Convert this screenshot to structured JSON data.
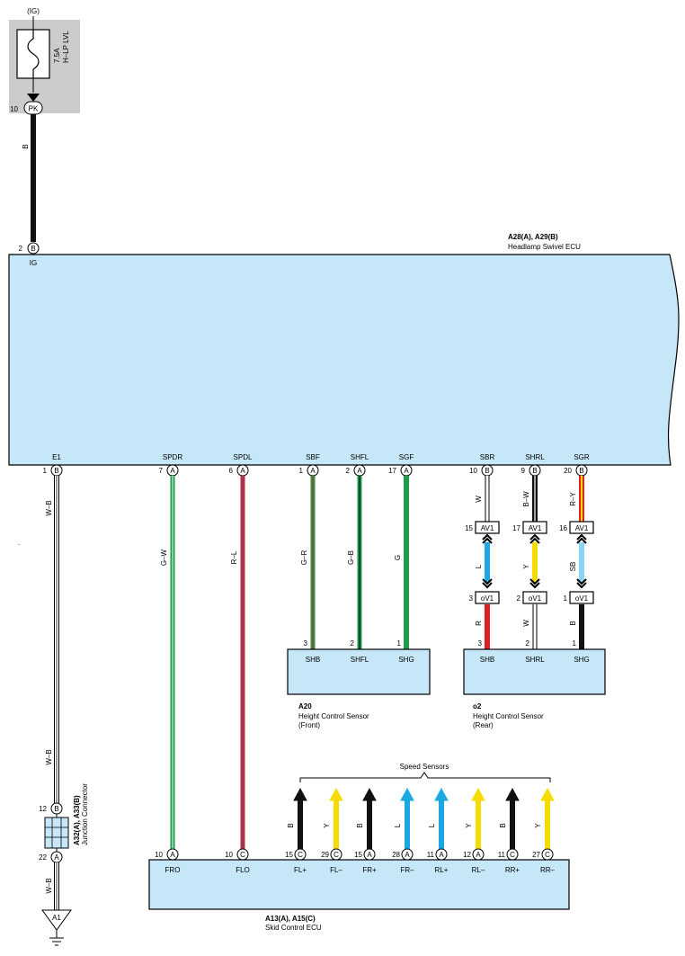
{
  "fuse": {
    "supply": "(IG)",
    "rating": "7.5A",
    "name": "H–LP LVL",
    "pin": "10",
    "code": "PK"
  },
  "wire_ig": {
    "color_code": "B",
    "pin": "2",
    "conn": "B",
    "terminal": "IG"
  },
  "ecu_swivel": {
    "connectors": "A28(A), A29(B)",
    "name": "Headlamp Swivel ECU"
  },
  "swivel_terminals": [
    {
      "name": "E1",
      "pin": "1",
      "conn": "B",
      "wire": "W–B"
    },
    {
      "name": "SPDR",
      "pin": "7",
      "conn": "A",
      "wire": "G–W"
    },
    {
      "name": "SPDL",
      "pin": "6",
      "conn": "A",
      "wire": "R–L"
    },
    {
      "name": "SBF",
      "pin": "1",
      "conn": "A",
      "wire": "G–R"
    },
    {
      "name": "SHFL",
      "pin": "2",
      "conn": "A",
      "wire": "G–B"
    },
    {
      "name": "SGF",
      "pin": "17",
      "conn": "A",
      "wire": "G"
    },
    {
      "name": "SBR",
      "pin": "10",
      "conn": "B",
      "wire": "W"
    },
    {
      "name": "SHRL",
      "pin": "9",
      "conn": "B",
      "wire": "B–W"
    },
    {
      "name": "SGR",
      "pin": "20",
      "conn": "B",
      "wire": "R–Y"
    }
  ],
  "inline_av1": [
    {
      "pin": "15",
      "label": "AV1",
      "wire": "L"
    },
    {
      "pin": "17",
      "label": "AV1",
      "wire": "Y"
    },
    {
      "pin": "16",
      "label": "AV1",
      "wire": "SB"
    }
  ],
  "inline_ov1": [
    {
      "pin": "3",
      "label": "oV1",
      "wire": "R"
    },
    {
      "pin": "2",
      "label": "oV1",
      "wire": "W"
    },
    {
      "pin": "1",
      "label": "oV1",
      "wire": "B"
    }
  ],
  "sensor_front": {
    "code": "A20",
    "name": "Height Control Sensor",
    "position": "(Front)",
    "terminals": [
      {
        "name": "SHB",
        "pin": "3"
      },
      {
        "name": "SHFL",
        "pin": "2"
      },
      {
        "name": "SHG",
        "pin": "1"
      }
    ]
  },
  "sensor_rear": {
    "code": "o2",
    "name": "Height Control Sensor",
    "position": "(Rear)",
    "terminals": [
      {
        "name": "SHB",
        "pin": "3"
      },
      {
        "name": "SHRL",
        "pin": "2"
      },
      {
        "name": "SHG",
        "pin": "1"
      }
    ]
  },
  "junction": {
    "connectors": "A32(A), A33(B)",
    "name": "Junction Connector",
    "pin_top": "12",
    "conn_top": "B",
    "pin_bottom": "22",
    "conn_bottom": "A",
    "wire_top": "W–B",
    "wire_bottom": "W–B"
  },
  "ground": {
    "label": "A1"
  },
  "speed_sensors": {
    "title": "Speed Sensors",
    "items": [
      {
        "wire": "Y",
        "pin": "29",
        "conn": "C",
        "terminal": "FL–"
      },
      {
        "wire": "B",
        "pin": "15",
        "conn": "A",
        "terminal": "FR+"
      },
      {
        "wire": "L",
        "pin": "28",
        "conn": "A",
        "terminal": "FR–"
      },
      {
        "wire": "L",
        "pin": "11",
        "conn": "A",
        "terminal": "RL+"
      },
      {
        "wire": "Y",
        "pin": "12",
        "conn": "A",
        "terminal": "RL–"
      },
      {
        "wire": "B",
        "pin": "11",
        "conn": "C",
        "terminal": "RR+"
      },
      {
        "wire": "Y",
        "pin": "27",
        "conn": "C",
        "terminal": "RR–"
      }
    ],
    "first": {
      "wire": "B",
      "pin": "15",
      "conn": "C",
      "terminal": "FL+"
    }
  },
  "skid_ecu": {
    "connectors": "A13(A), A15(C)",
    "name": "Skid Control ECU",
    "fro": {
      "pin": "10",
      "conn": "A",
      "terminal": "FRO"
    },
    "flo": {
      "pin": "10",
      "conn": "C",
      "terminal": "FLO"
    }
  },
  "colors": {
    "box": "#c6e7f7",
    "grey": "#cccccc",
    "green": "#1a9e4a",
    "red": "#e02020",
    "blue": "#1aa7e2",
    "yellow": "#f5dc00",
    "skyblue": "#8fd3f3",
    "black": "#111111"
  }
}
